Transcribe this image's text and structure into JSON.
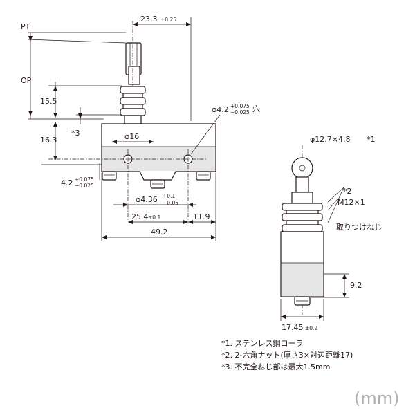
{
  "dimensions": {
    "pt": "PT",
    "op": "OP",
    "roller_offset": "23.3",
    "roller_offset_tol": "±0.25",
    "stack_height": "15.5",
    "body_top_height": "16.3",
    "thread_note_ref": "*3",
    "hole_dia": "φ4.2",
    "hole_tol_plus": "+0.075",
    "hole_tol_minus": "−0.025",
    "hole_suffix": "穴",
    "pitch_16": "φ16",
    "hole_height": "4.2",
    "hole_height_tol_plus": "+0.075",
    "hole_height_tol_minus": "−0.025",
    "hole2_dia": "φ4.36",
    "hole2_tol_plus": "+0.1",
    "hole2_tol_minus": "−0.05",
    "hole_pitch": "25.4",
    "hole_pitch_tol": "±0.1",
    "edge_11_9": "11.9",
    "width_total": "49.2",
    "roller_size": "φ12.7×4.8",
    "roller_note_ref": "*1",
    "nut_note_ref": "*2",
    "thread": "M12×1",
    "thread_label": "取りつけねじ",
    "terminal_height": "9.2",
    "side_width": "17.45",
    "side_width_tol": "±0.2"
  },
  "notes": [
    "*1. ステンレス鋼ローラ",
    "*2. 2-六角ナット(厚さ3×対辺距離17)",
    "*3. 不完全ねじ部は最大1.5mm"
  ],
  "unit": "(mm)"
}
